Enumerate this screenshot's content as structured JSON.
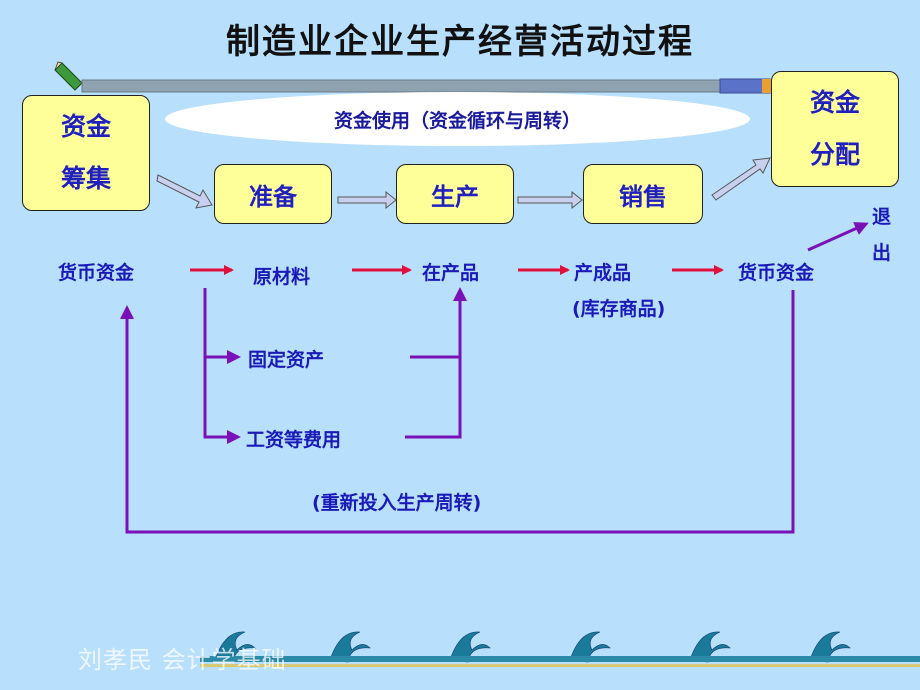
{
  "title": "制造业企业生产经营活动过程",
  "ellipse_label": "资金使用（资金循环与周转）",
  "boxes": {
    "fund_raising_line1": "资金",
    "fund_raising_line2": "筹集",
    "preparation": "准备",
    "production": "生产",
    "sales": "销售",
    "fund_distribution_line1": "资金",
    "fund_distribution_line2": "分配"
  },
  "flow": {
    "money_start": "货币资金",
    "raw_materials": "原材料",
    "work_in_progress": "在产品",
    "finished_goods": "产成品",
    "inventory_goods": "(库存商品)",
    "money_end": "货币资金",
    "exit_line1": "退",
    "exit_line2": "出",
    "fixed_assets": "固定资产",
    "wage_expenses": "工资等费用",
    "reinvest": "(重新投入生产周转)"
  },
  "watermark": "刘孝民 会计学基础",
  "colors": {
    "background": "#B8E0FC",
    "box_fill": "#FFFF99",
    "text_blue": "#2020C0",
    "arrow_red": "#E0103C",
    "line_purple": "#7A10B8"
  }
}
